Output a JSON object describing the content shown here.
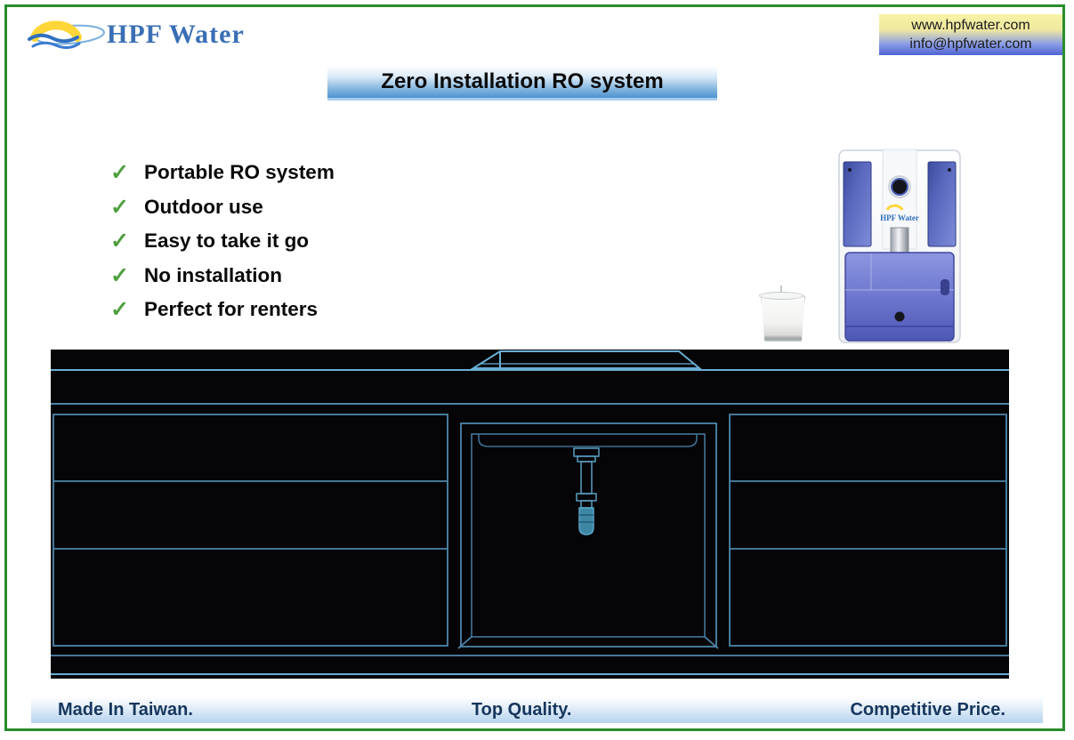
{
  "page": {
    "border_color": "#2a8c2a",
    "background": "#ffffff"
  },
  "header": {
    "logo": {
      "text": "HPF Water",
      "color": "#3a6fb5",
      "icon": "sun-wave-logo-icon"
    },
    "contact": {
      "website": "www.hpfwater.com",
      "email": "info@hpfwater.com",
      "gradient_top": "#f7f3a5",
      "gradient_bottom": "#5064d2"
    },
    "title": {
      "text": "Zero Installation RO system",
      "gradient_top": "#ffffff",
      "gradient_bottom": "#4e93d1"
    }
  },
  "features": {
    "check_glyph": "✓",
    "check_color": "#4f9f3f",
    "items": [
      {
        "label": "Portable RO system"
      },
      {
        "label": "Outdoor use"
      },
      {
        "label": "Easy to take it go"
      },
      {
        "label": "No installation"
      },
      {
        "label": "Perfect for renters"
      }
    ]
  },
  "product": {
    "logo_text": "HPF Water",
    "tank_color": "#6a74cc",
    "body_color": "#ffffff"
  },
  "diagram": {
    "description_colors": {
      "background": "#050507",
      "line_bright": "#69aed3",
      "line_mid": "#4e86ab",
      "line_dim": "#3f6f92",
      "drain_fill": "#3d86a4"
    }
  },
  "footer": {
    "text_color": "#17365d",
    "items": [
      "Made In Taiwan.",
      "Top Quality.",
      "Competitive Price."
    ]
  }
}
